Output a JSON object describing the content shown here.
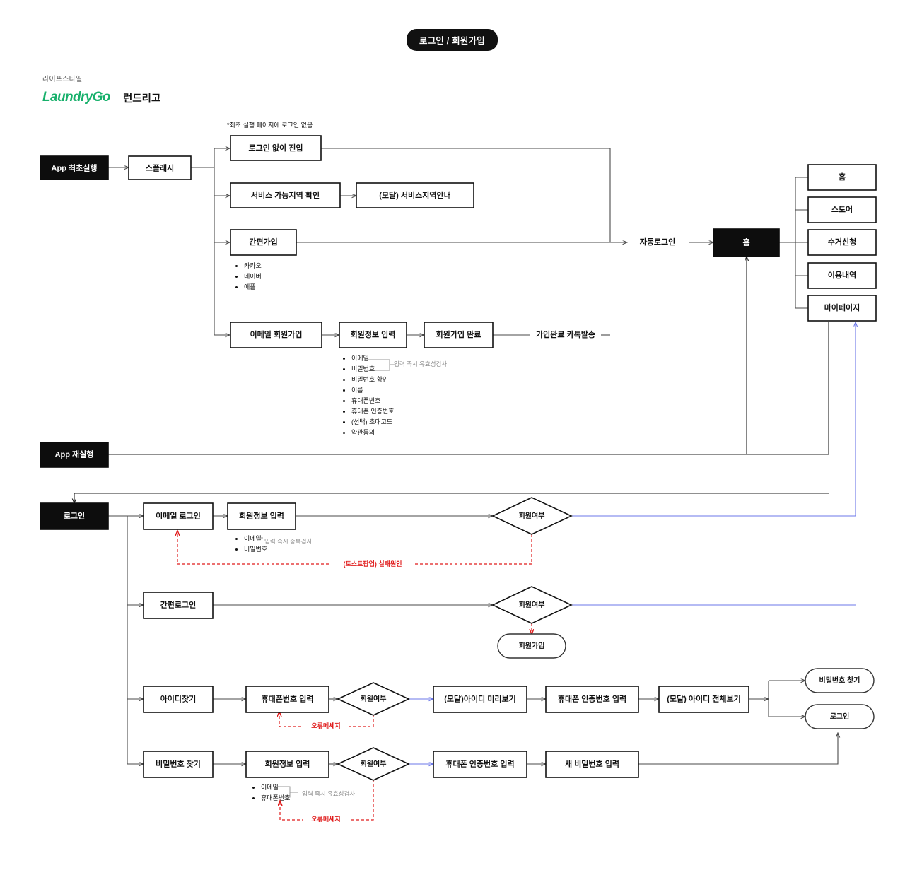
{
  "page": {
    "title_pill": "로그인 / 회원가입",
    "brand_kicker": "라이프스타일",
    "brand_logo": "LaundryGo",
    "brand_name": "런드리고",
    "brand_color": "#17B06B"
  },
  "annotations": {
    "splash_note": "*최초 실행 페이지에 로그인 없음",
    "validate_instant": "입력 즉시 유효성검사",
    "duplicate_check": "입력 즉시 중복검사",
    "toast_fail_reason": "(토스트팝업) 실패원인",
    "error_message": "오류메세지"
  },
  "signup_flow": {
    "start": "App 최초실행",
    "splash": "스플래시",
    "branches": [
      {
        "label": "로그인 없이 진입"
      },
      {
        "label": "서비스 가능지역 확인"
      },
      {
        "label": "간편가입"
      },
      {
        "label": "이메일 회원가입"
      }
    ],
    "region_modal": "(모달) 서비스지역안내",
    "social_providers": [
      "카카오",
      "네이버",
      "애플"
    ],
    "email_steps": [
      "회원정보 입력",
      "회원가입 완료"
    ],
    "kakao_send": "가입완료 카톡발송",
    "auto_login": "자동로그인",
    "signup_fields": [
      "이메일",
      "비밀번호",
      "비밀번호 확인",
      "이름",
      "휴대폰번호",
      "휴대폰 인증번호",
      "(선택) 초대코드",
      "약관동의"
    ]
  },
  "home": {
    "node": "홈",
    "menu": [
      "홈",
      "스토어",
      "수거신청",
      "이용내역",
      "마이페이지"
    ]
  },
  "relaunch": {
    "label": "App 재실행"
  },
  "login_flow": {
    "root": "로그인",
    "rows": [
      {
        "entry": "이메일 로그인",
        "steps": [
          "회원정보 입력"
        ],
        "decision": "회원여부",
        "fields": [
          "이메일",
          "비밀번호"
        ]
      },
      {
        "entry": "간편로그인",
        "steps": [],
        "decision": "회원여부",
        "fallback": "회원가입"
      },
      {
        "entry": "아이디찾기",
        "steps": [
          "휴대폰번호 입력"
        ],
        "decision": "회원여부",
        "after": [
          "(모달)아이디 미리보기",
          "휴대폰 인증번호 입력",
          "(모달) 아이디 전체보기"
        ],
        "results": [
          "비밀번호 찾기",
          "로그인"
        ]
      },
      {
        "entry": "비밀번호 찾기",
        "steps": [
          "회원정보 입력"
        ],
        "decision": "회원여부",
        "after": [
          "휴대폰 인증번호 입력",
          "새 비밀번호 입력"
        ],
        "fields": [
          "이메일",
          "휴대폰번호"
        ]
      }
    ]
  }
}
